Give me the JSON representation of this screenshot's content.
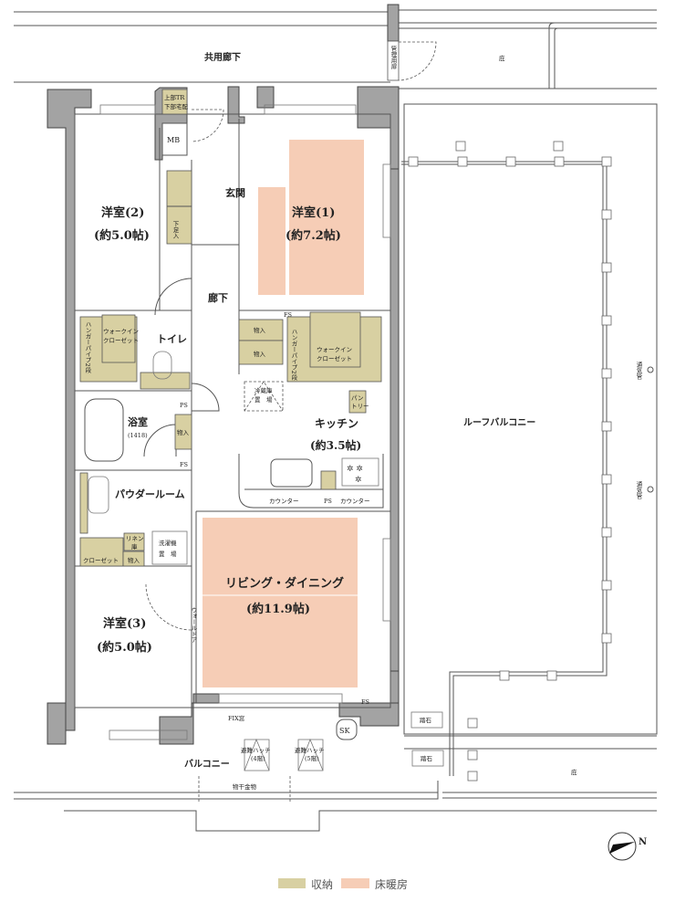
{
  "colors": {
    "storage": "#d8d0a2",
    "floor_heating": "#f6cdb6",
    "wall": "#a3a3a3"
  },
  "outside": {
    "common_corridor": "共用廊下",
    "management_door": "管理用扉",
    "eaves_top": "庇",
    "eaves_bottom": "庇",
    "roof_balcony": "ルーフバルコニー",
    "vent_pipe_1": "通気管",
    "vent_pipe_2": "通気管",
    "stepping_stone_1": "踏石",
    "stepping_stone_2": "踏石",
    "balcony": "バルコニー",
    "laundry_hardware": "物干金物",
    "hatch_4f": [
      "避難ハッチ",
      "(4階)"
    ],
    "hatch_5f": [
      "避難ハッチ",
      "(5階)"
    ],
    "fix_window": "FIX窓",
    "sk": "SK",
    "compass_north": "N"
  },
  "rooms": {
    "bedroom2": {
      "name": "洋室(2)",
      "size": "(約5.0帖)"
    },
    "bedroom1": {
      "name": "洋室(1)",
      "size": "(約7.2帖)"
    },
    "bedroom3": {
      "name": "洋室(3)",
      "size": "(約5.0帖)"
    },
    "entrance": "玄関",
    "hallway": "廊下",
    "toilet": "トイレ",
    "bath": {
      "name": "浴室",
      "size": "(1418)"
    },
    "kitchen": {
      "name": "キッチン",
      "size": "(約3.5帖)"
    },
    "powder_room": "パウダールーム",
    "living_dining": {
      "name": "リビング・ダイニング",
      "size": "(約11.9帖)"
    }
  },
  "fixtures": {
    "upper_tr": [
      "上部TR",
      "下部宅配"
    ],
    "mb": "MB",
    "shoe_storage": "下足入",
    "wic_left": [
      "ウォークイン",
      "クローゼット"
    ],
    "hanger_left": "ハンガーパイプ2段",
    "wic_right": [
      "ウォークイン",
      "クローゼット"
    ],
    "hanger_right": "ハンガーパイプ2段",
    "storage_1": "物入",
    "storage_2": "物入",
    "storage_bath": "物入",
    "fs_hall": "FS",
    "fridge": [
      "冷蔵庫",
      "置　場"
    ],
    "pantry": [
      "パン",
      "トリー"
    ],
    "ps_bath": "PS",
    "fs_bath": "FS",
    "counter_left": "カウンター",
    "ps_kitchen": "PS",
    "counter_right": "カウンター",
    "linen": [
      "リネン",
      "庫"
    ],
    "washer": [
      "洗濯機",
      "置　場"
    ],
    "closet": "クローゼット",
    "closet_storage": "物入",
    "wall_door": "ウォールドア",
    "fs_ld": "FS"
  },
  "legend": [
    {
      "label": "収納",
      "color": "#d8d0a2"
    },
    {
      "label": "床暖房",
      "color": "#f6cdb6"
    }
  ]
}
